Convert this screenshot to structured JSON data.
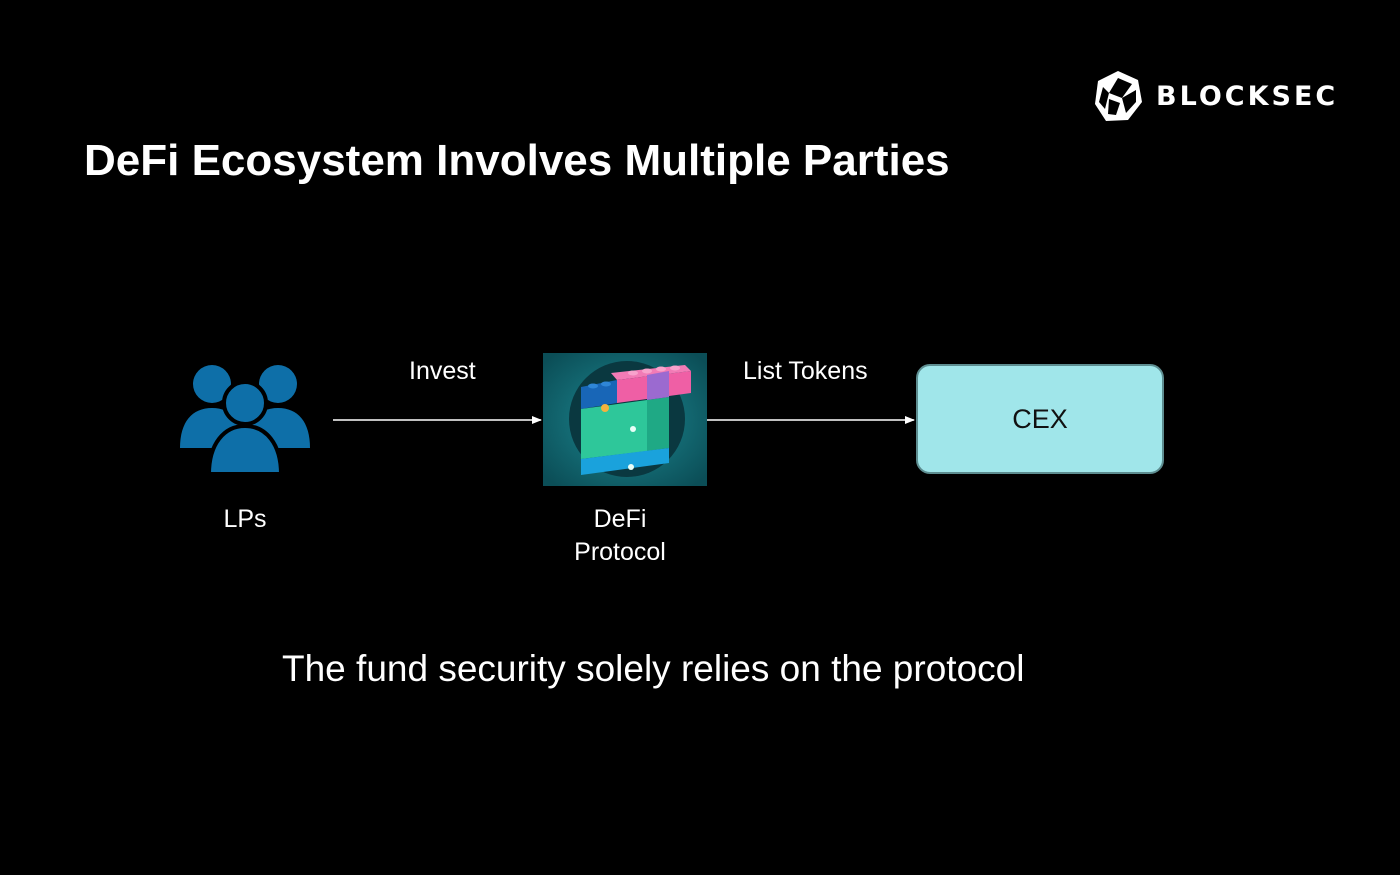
{
  "brand": {
    "name": "BLOCKSEC",
    "logo_icon": "blocksec-polyhedron-logo"
  },
  "slide": {
    "title": "DeFi Ecosystem Involves Multiple Parties",
    "caption": "The fund security solely relies on the protocol"
  },
  "diagram": {
    "nodes": {
      "lps": {
        "label": "LPs",
        "icon": "users-group-icon",
        "color": "#0e6fa8"
      },
      "protocol": {
        "label_line1": "DeFi",
        "label_line2": "Protocol",
        "icon": "lego-blocks-protocol-image"
      },
      "cex": {
        "label": "CEX",
        "fill": "#a0e6ea",
        "border": "#5d8d90"
      }
    },
    "edges": {
      "invest": {
        "label": "Invest",
        "from": "LPs",
        "to": "DeFi Protocol"
      },
      "list_tokens": {
        "label": "List Tokens",
        "from": "DeFi Protocol",
        "to": "CEX"
      }
    }
  }
}
